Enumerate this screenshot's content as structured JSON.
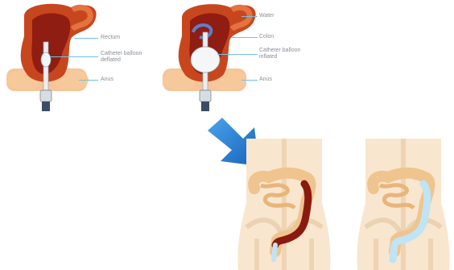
{
  "panel_left": {
    "labels": {
      "rectum": "Rectum",
      "catheter": "Catheter balloon\ndeflated",
      "anus": "Anus"
    }
  },
  "panel_right": {
    "labels": {
      "water": "Water",
      "colon": "Colon",
      "catheter": "Catheter balloon\ninflated",
      "anus": "Anus"
    }
  },
  "arrow": {
    "color": "#1f7fd6",
    "direction": "down-right"
  },
  "colors": {
    "colon_wall": "#c8461e",
    "colon_inner": "#8f1d12",
    "stool": "#8a1a10",
    "water": "#bfe4f5",
    "skin": "#f3ddbf",
    "body_outline": "#efd4b3",
    "leader_line": "#6fc3e3"
  }
}
